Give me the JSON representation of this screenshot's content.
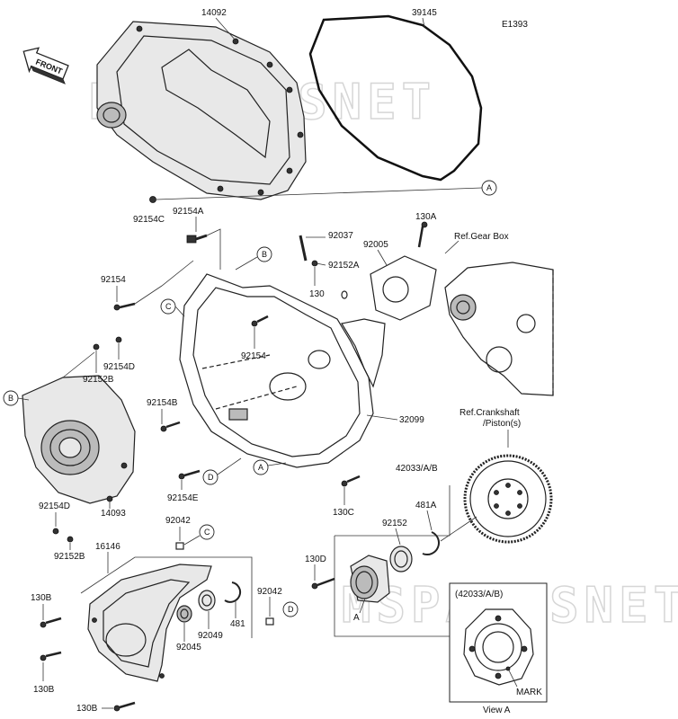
{
  "diagram_id": "E1393",
  "front_label": "FRONT",
  "watermark": "MSPARTSNET",
  "parts": {
    "p14092": "14092",
    "p39145": "39145",
    "p92154C": "92154C",
    "p92154A": "92154A",
    "p92037": "92037",
    "p130A": "130A",
    "p92005": "92005",
    "refGearBox": "Ref.Gear Box",
    "p92152A": "92152A",
    "p130": "130",
    "p92154_top": "92154",
    "p92154_mid": "92154",
    "p92154D_top": "92154D",
    "p92152B_top": "92152B",
    "p92154B": "92154B",
    "p32099": "32099",
    "refCrank1": "Ref.Crankshaft",
    "refCrank2": "/Piston(s)",
    "p92154E": "92154E",
    "p42033": "42033/A/B",
    "p130C": "130C",
    "p92154D_bot": "92154D",
    "p14093": "14093",
    "p92042_top": "92042",
    "p92152B_bot": "92152B",
    "p16146": "16146",
    "p92152": "92152",
    "p481A": "481A",
    "p130D": "130D",
    "p130B_1": "130B",
    "p130B_2": "130B",
    "p130B_3": "130B",
    "p92042_bot": "92042",
    "p92049": "92049",
    "p481": "481",
    "p92045": "92045",
    "viewA_title": "(42033/A/B)",
    "viewA_mark": "MARK",
    "viewA_caption": "View A"
  },
  "callouts": {
    "A": "A",
    "B": "B",
    "C": "C",
    "D": "D"
  }
}
